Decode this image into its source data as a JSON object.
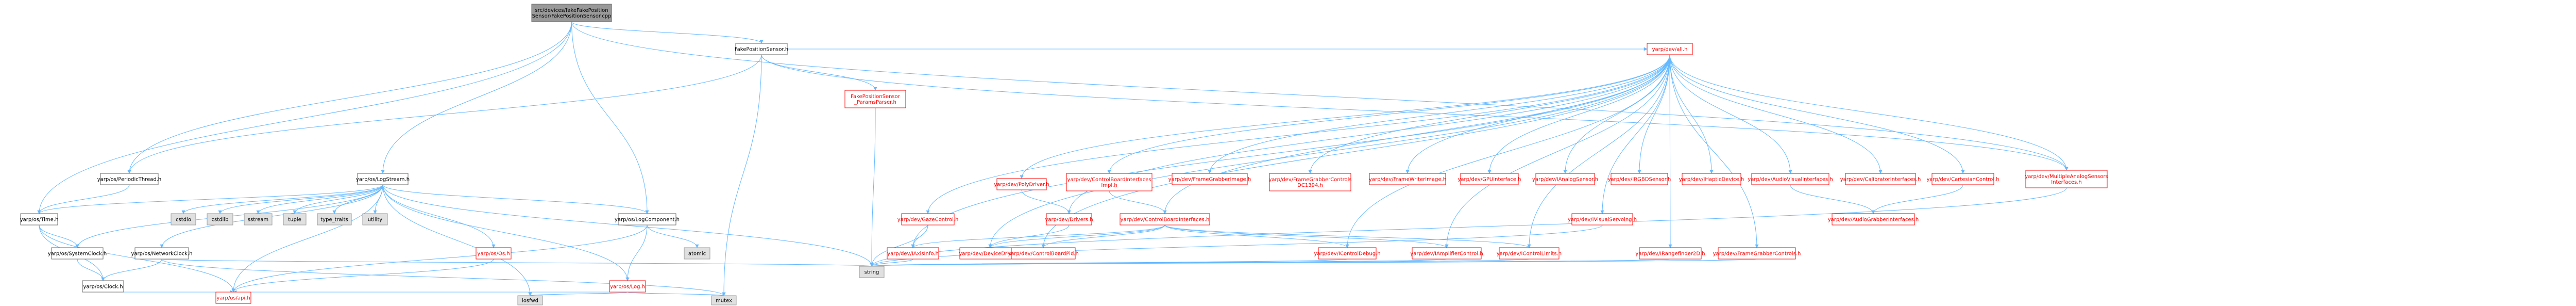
{
  "graph": {
    "nodes": [
      {
        "id": "root",
        "lines": [
          "src/devices/fakeFakePosition",
          "Sensor/FakePositionSensor.cpp"
        ],
        "style": "root"
      },
      {
        "id": "fps_h",
        "lines": [
          "FakePositionSensor.h"
        ],
        "style": "plain"
      },
      {
        "id": "periodicthread",
        "lines": [
          "yarp/os/PeriodicThread.h"
        ],
        "style": "plain"
      },
      {
        "id": "logstream",
        "lines": [
          "yarp/os/LogStream.h"
        ],
        "style": "plain"
      },
      {
        "id": "logcomponent",
        "lines": [
          "yarp/os/LogComponent.h"
        ],
        "style": "plain"
      },
      {
        "id": "time",
        "lines": [
          "yarp/os/Time.h"
        ],
        "style": "plain"
      },
      {
        "id": "systemclock",
        "lines": [
          "yarp/os/SystemClock.h"
        ],
        "style": "plain"
      },
      {
        "id": "networkclock",
        "lines": [
          "yarp/os/NetworkClock.h"
        ],
        "style": "plain"
      },
      {
        "id": "clock",
        "lines": [
          "yarp/os/Clock.h"
        ],
        "style": "plain"
      },
      {
        "id": "api",
        "lines": [
          "yarp/os/api.h"
        ],
        "style": "red"
      },
      {
        "id": "os_h",
        "lines": [
          "yarp/os/Os.h"
        ],
        "style": "red"
      },
      {
        "id": "log",
        "lines": [
          "yarp/os/Log.h"
        ],
        "style": "red"
      },
      {
        "id": "cstdio",
        "lines": [
          "cstdio"
        ],
        "style": "gray"
      },
      {
        "id": "cstdlib",
        "lines": [
          "cstdlib"
        ],
        "style": "gray"
      },
      {
        "id": "sstream",
        "lines": [
          "sstream"
        ],
        "style": "gray"
      },
      {
        "id": "tuple",
        "lines": [
          "tuple"
        ],
        "style": "gray"
      },
      {
        "id": "typetraits",
        "lines": [
          "type_traits"
        ],
        "style": "gray"
      },
      {
        "id": "utility",
        "lines": [
          "utility"
        ],
        "style": "gray"
      },
      {
        "id": "atomic",
        "lines": [
          "atomic"
        ],
        "style": "gray"
      },
      {
        "id": "iosfwd",
        "lines": [
          "iosfwd"
        ],
        "style": "gray"
      },
      {
        "id": "mutex",
        "lines": [
          "mutex"
        ],
        "style": "gray"
      },
      {
        "id": "string",
        "lines": [
          "string"
        ],
        "style": "gray"
      },
      {
        "id": "fps_params",
        "lines": [
          "FakePositionSensor",
          "_ParamsParser.h"
        ],
        "style": "red"
      },
      {
        "id": "all_h",
        "lines": [
          "yarp/dev/all.h"
        ],
        "style": "red"
      },
      {
        "id": "gazecontrol",
        "lines": [
          "yarp/dev/GazeControl.h"
        ],
        "style": "red"
      },
      {
        "id": "axisinfo",
        "lines": [
          "yarp/dev/IAxisInfo.h"
        ],
        "style": "red"
      },
      {
        "id": "polydriver",
        "lines": [
          "yarp/dev/PolyDriver.h"
        ],
        "style": "red"
      },
      {
        "id": "drivers",
        "lines": [
          "yarp/dev/Drivers.h"
        ],
        "style": "red"
      },
      {
        "id": "devicedriver",
        "lines": [
          "yarp/dev/DeviceDriver.h"
        ],
        "style": "red"
      },
      {
        "id": "cbi_impl",
        "lines": [
          "yarp/dev/ControlBoardInterfaces",
          "Impl.h"
        ],
        "style": "red"
      },
      {
        "id": "cbi",
        "lines": [
          "yarp/dev/ControlBoardInterfaces.h"
        ],
        "style": "red"
      },
      {
        "id": "cbpid",
        "lines": [
          "yarp/dev/ControlBoardPid.h"
        ],
        "style": "red"
      },
      {
        "id": "framegrabberimage",
        "lines": [
          "yarp/dev/FrameGrabberImage.h"
        ],
        "style": "red"
      },
      {
        "id": "fgc_dc1394",
        "lines": [
          "yarp/dev/FrameGrabberControls",
          "DC1394.h"
        ],
        "style": "red"
      },
      {
        "id": "framewriterimage",
        "lines": [
          "yarp/dev/FrameWriterImage.h"
        ],
        "style": "red"
      },
      {
        "id": "gpuinterface",
        "lines": [
          "yarp/dev/GPUInterface.h"
        ],
        "style": "red"
      },
      {
        "id": "analogsensor",
        "lines": [
          "yarp/dev/IAnalogSensor.h"
        ],
        "style": "red"
      },
      {
        "id": "rgbdsensor",
        "lines": [
          "yarp/dev/IRGBDSensor.h"
        ],
        "style": "red"
      },
      {
        "id": "hapticdevice",
        "lines": [
          "yarp/dev/IHapticDevice.h"
        ],
        "style": "red"
      },
      {
        "id": "controldebug",
        "lines": [
          "yarp/dev/IControlDebug.h"
        ],
        "style": "red"
      },
      {
        "id": "amplifiercontrol",
        "lines": [
          "yarp/dev/IAmplifierControl.h"
        ],
        "style": "red"
      },
      {
        "id": "controllimits",
        "lines": [
          "yarp/dev/IControlLimits.h"
        ],
        "style": "red"
      },
      {
        "id": "visualservoing",
        "lines": [
          "yarp/dev/IVisualServoing.h"
        ],
        "style": "red"
      },
      {
        "id": "rangefinder2d",
        "lines": [
          "yarp/dev/IRangefinder2D.h"
        ],
        "style": "red"
      },
      {
        "id": "fgcontrols",
        "lines": [
          "yarp/dev/FrameGrabberControls.h"
        ],
        "style": "red"
      },
      {
        "id": "audiovisual",
        "lines": [
          "yarp/dev/AudioVisualInterfaces.h"
        ],
        "style": "red"
      },
      {
        "id": "audiograbber",
        "lines": [
          "yarp/dev/AudioGrabberInterfaces.h"
        ],
        "style": "red"
      },
      {
        "id": "calibrator",
        "lines": [
          "yarp/dev/CalibratorInterfaces.h"
        ],
        "style": "red"
      },
      {
        "id": "cartesian",
        "lines": [
          "yarp/dev/CartesianControl.h"
        ],
        "style": "red"
      },
      {
        "id": "multianalog",
        "lines": [
          "yarp/dev/MultipleAnalogSensors",
          "Interfaces.h"
        ],
        "style": "red"
      }
    ],
    "edges": [
      [
        "root",
        "fps_h"
      ],
      [
        "root",
        "periodicthread"
      ],
      [
        "root",
        "logstream"
      ],
      [
        "root",
        "logcomponent"
      ],
      [
        "root",
        "time"
      ],
      [
        "root",
        "multianalog"
      ],
      [
        "fps_h",
        "periodicthread"
      ],
      [
        "fps_h",
        "fps_params"
      ],
      [
        "fps_h",
        "all_h"
      ],
      [
        "fps_h",
        "multianalog"
      ],
      [
        "fps_h",
        "mutex"
      ],
      [
        "periodicthread",
        "time"
      ],
      [
        "logstream",
        "time"
      ],
      [
        "logstream",
        "systemclock"
      ],
      [
        "logstream",
        "networkclock"
      ],
      [
        "logstream",
        "cstdio"
      ],
      [
        "logstream",
        "cstdlib"
      ],
      [
        "logstream",
        "sstream"
      ],
      [
        "logstream",
        "tuple"
      ],
      [
        "logstream",
        "typetraits"
      ],
      [
        "logstream",
        "utility"
      ],
      [
        "logstream",
        "iosfwd"
      ],
      [
        "logstream",
        "os_h"
      ],
      [
        "logstream",
        "log"
      ],
      [
        "logstream",
        "logcomponent"
      ],
      [
        "logstream",
        "string"
      ],
      [
        "logstream",
        "api"
      ],
      [
        "logcomponent",
        "atomic"
      ],
      [
        "logcomponent",
        "log"
      ],
      [
        "logcomponent",
        "api"
      ],
      [
        "time",
        "systemclock"
      ],
      [
        "time",
        "clock"
      ],
      [
        "time",
        "api"
      ],
      [
        "systemclock",
        "clock"
      ],
      [
        "networkclock",
        "clock"
      ],
      [
        "networkclock",
        "string"
      ],
      [
        "networkclock",
        "mutex"
      ],
      [
        "clock",
        "api"
      ],
      [
        "os_h",
        "api"
      ],
      [
        "log",
        "api"
      ],
      [
        "log",
        "iosfwd"
      ],
      [
        "log",
        "mutex"
      ],
      [
        "fps_params",
        "string"
      ],
      [
        "all_h",
        "gazecontrol"
      ],
      [
        "all_h",
        "axisinfo"
      ],
      [
        "all_h",
        "polydriver"
      ],
      [
        "all_h",
        "drivers"
      ],
      [
        "all_h",
        "devicedriver"
      ],
      [
        "all_h",
        "cbi_impl"
      ],
      [
        "all_h",
        "cbi"
      ],
      [
        "all_h",
        "cbpid"
      ],
      [
        "all_h",
        "framegrabberimage"
      ],
      [
        "all_h",
        "fgc_dc1394"
      ],
      [
        "all_h",
        "framewriterimage"
      ],
      [
        "all_h",
        "gpuinterface"
      ],
      [
        "all_h",
        "analogsensor"
      ],
      [
        "all_h",
        "rgbdsensor"
      ],
      [
        "all_h",
        "hapticdevice"
      ],
      [
        "all_h",
        "controldebug"
      ],
      [
        "all_h",
        "amplifiercontrol"
      ],
      [
        "all_h",
        "controllimits"
      ],
      [
        "all_h",
        "visualservoing"
      ],
      [
        "all_h",
        "rangefinder2d"
      ],
      [
        "all_h",
        "fgcontrols"
      ],
      [
        "all_h",
        "audiovisual"
      ],
      [
        "all_h",
        "calibrator"
      ],
      [
        "all_h",
        "cartesian"
      ],
      [
        "all_h",
        "multianalog"
      ],
      [
        "gazecontrol",
        "axisinfo"
      ],
      [
        "gazecontrol",
        "string"
      ],
      [
        "axisinfo",
        "string"
      ],
      [
        "polydriver",
        "drivers"
      ],
      [
        "drivers",
        "devicedriver"
      ],
      [
        "cbi_impl",
        "cbi"
      ],
      [
        "cbi",
        "axisinfo"
      ],
      [
        "cbi",
        "cbpid"
      ],
      [
        "cbi",
        "devicedriver"
      ],
      [
        "cbi",
        "controldebug"
      ],
      [
        "cbi",
        "amplifiercontrol"
      ],
      [
        "cbi",
        "controllimits"
      ],
      [
        "controldebug",
        "string"
      ],
      [
        "amplifiercontrol",
        "string"
      ],
      [
        "controllimits",
        "string"
      ],
      [
        "visualservoing",
        "string"
      ],
      [
        "rangefinder2d",
        "string"
      ],
      [
        "fgcontrols",
        "string"
      ],
      [
        "audiovisual",
        "audiograbber"
      ],
      [
        "cartesian",
        "audiograbber"
      ],
      [
        "multianalog",
        "string"
      ]
    ]
  }
}
